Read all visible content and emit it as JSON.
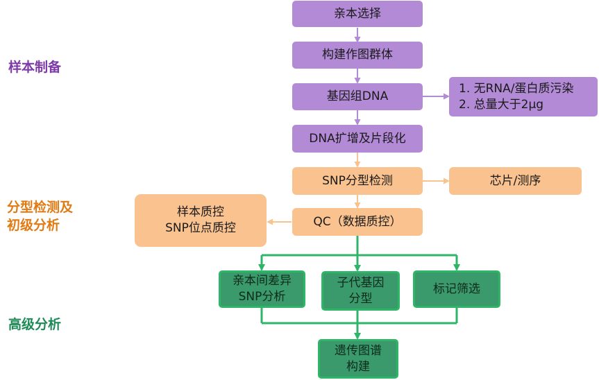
{
  "stages": {
    "sample_prep": {
      "lines": [
        "样本制备"
      ],
      "color": "#7d3aa8"
    },
    "genotyping": {
      "lines": [
        "分型检测及",
        "初级分析"
      ],
      "color": "#e07b14"
    },
    "advanced": {
      "lines": [
        "高级分析"
      ],
      "color": "#1e8a57"
    }
  },
  "steps": {
    "parent_selection": [
      "亲本选择"
    ],
    "build_population": [
      "构建作图群体"
    ],
    "genomic_dna": [
      "基因组DNA"
    ],
    "dna_requirements": [
      "1. 无RNA/蛋白质污染",
      "2. 总量大于2μg"
    ],
    "dna_amplification": [
      "DNA扩增及片段化"
    ],
    "snp_genotyping": [
      "SNP分型检测"
    ],
    "chip_sequencing": [
      "芯片/测序"
    ],
    "qc": [
      "QC（数据质控）"
    ],
    "qc_details": [
      "样本质控",
      "SNP位点质控"
    ],
    "parent_diff_snp": [
      "亲本间差异",
      "SNP分析"
    ],
    "progeny_genotype": [
      "子代基因",
      "分型"
    ],
    "marker_screening": [
      "标记筛选"
    ],
    "genetic_map": [
      "遗传图谱",
      "构建"
    ]
  },
  "colors": {
    "purple_box": "#b38ad6",
    "purple_arrow": "#b38ad6",
    "orange_box": "#f9c28f",
    "orange_arrow": "#f9c28f",
    "green_box": "#3b9a6c",
    "green_border": "#2fb567",
    "green_line": "#2fb567"
  }
}
